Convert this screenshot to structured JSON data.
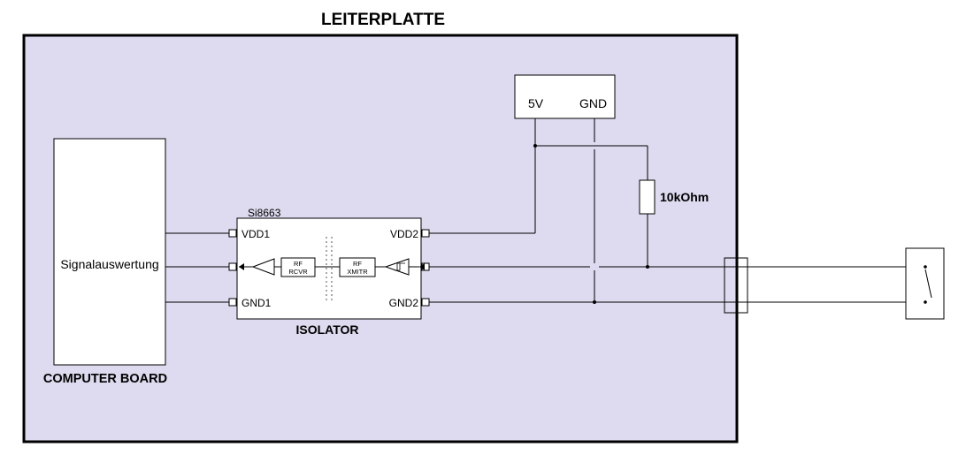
{
  "title": "LEITERPLATTE",
  "computer_board": {
    "label": "COMPUTER BOARD",
    "inner_label": "Signalauswertung"
  },
  "isolator": {
    "label": "ISOLATOR",
    "part_number": "Si8663",
    "pins": {
      "vdd1": "VDD1",
      "gnd1": "GND1",
      "vdd2": "VDD2",
      "gnd2": "GND2"
    },
    "receiver": {
      "line1": "RF",
      "line2": "RCVR"
    },
    "transmitter": {
      "line1": "RF",
      "line2": "XMITR"
    }
  },
  "power_supply": {
    "v_label": "5V",
    "gnd_label": "GND"
  },
  "resistor": {
    "label": "10kOhm"
  },
  "colors": {
    "board_fill": "#dedaef",
    "line": "#000000",
    "box_fill": "#ffffff"
  }
}
